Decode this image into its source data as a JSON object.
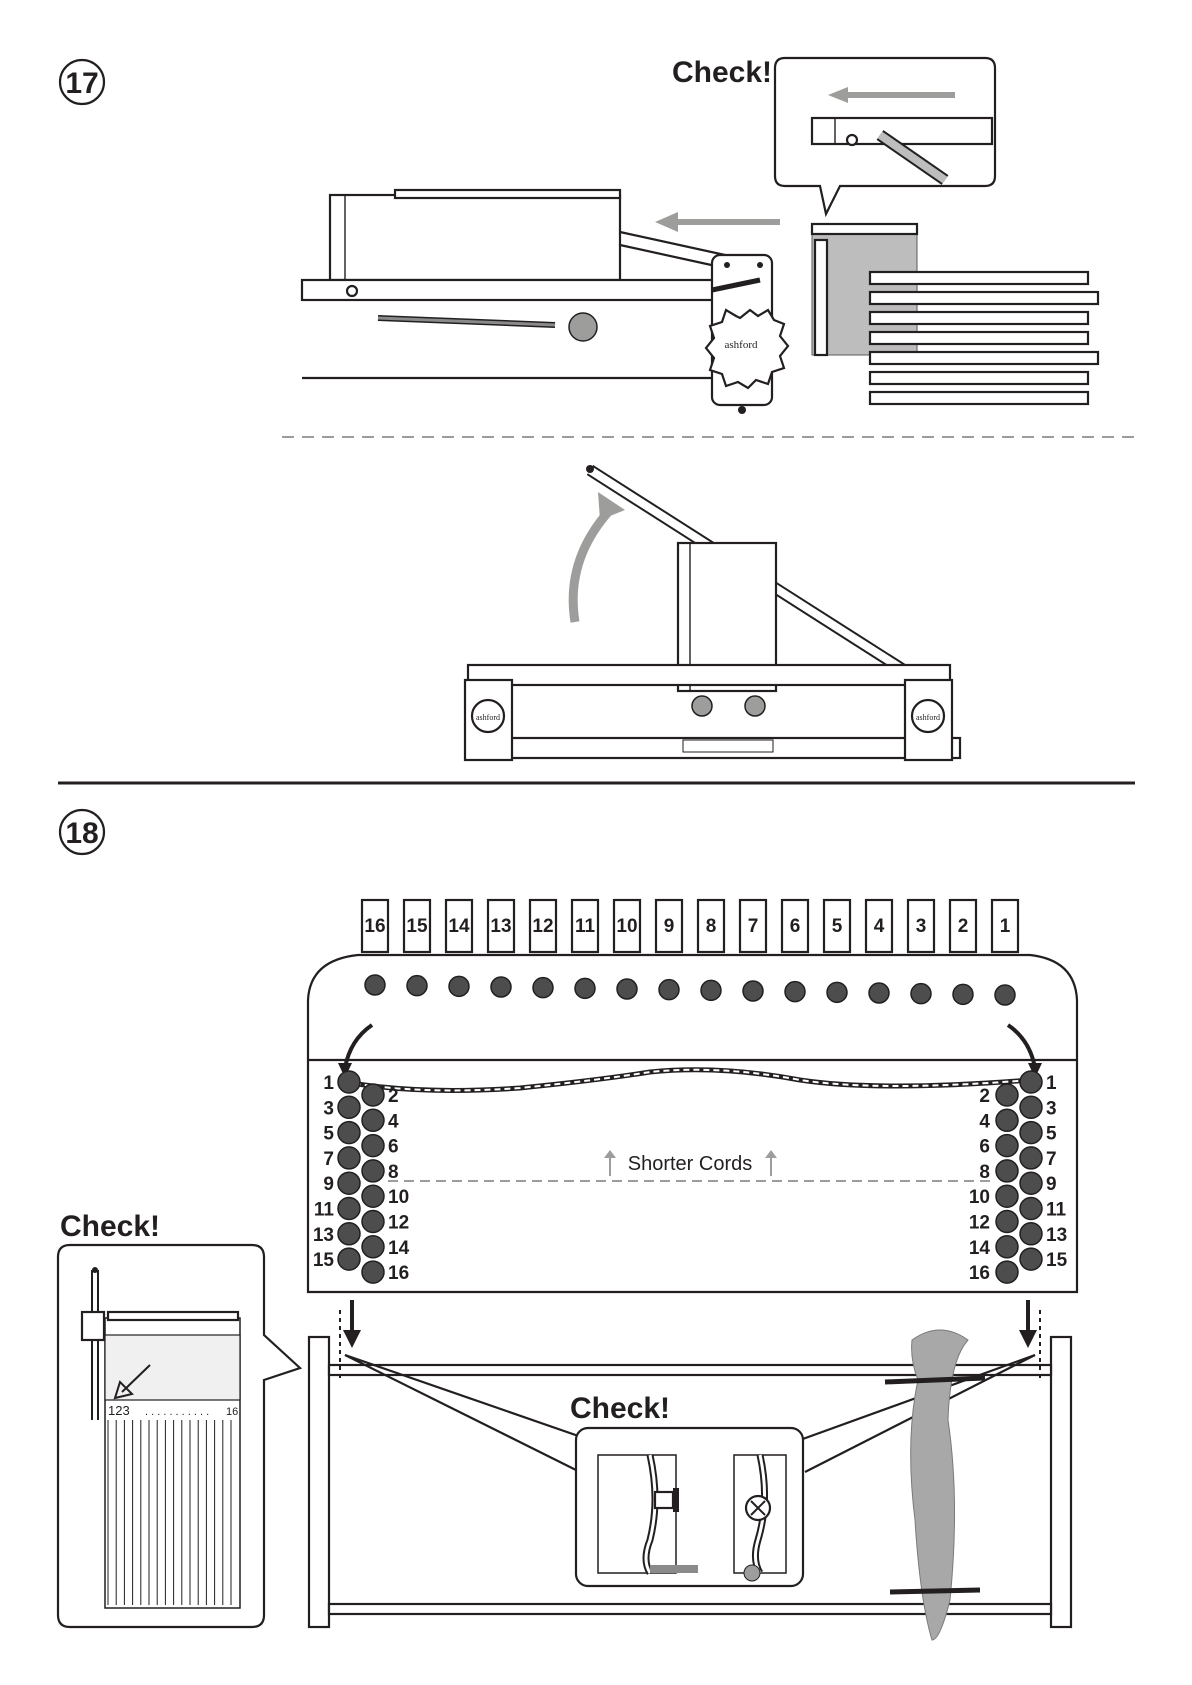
{
  "steps": [
    {
      "number": "17"
    },
    {
      "number": "18"
    }
  ],
  "step17": {
    "check_label": "Check!",
    "brand_mark": "ashford"
  },
  "step18": {
    "shaft_numbers": [
      "16",
      "15",
      "14",
      "13",
      "12",
      "11",
      "10",
      "9",
      "8",
      "7",
      "6",
      "5",
      "4",
      "3",
      "2",
      "1"
    ],
    "left_odd": [
      "1",
      "3",
      "5",
      "7",
      "9",
      "11",
      "13",
      "15"
    ],
    "left_even": [
      "2",
      "4",
      "6",
      "8",
      "10",
      "12",
      "14",
      "16"
    ],
    "right_even": [
      "2",
      "4",
      "6",
      "8",
      "10",
      "12",
      "14",
      "16"
    ],
    "right_odd": [
      "1",
      "3",
      "5",
      "7",
      "9",
      "11",
      "13",
      "15"
    ],
    "shorter_cords_label": "Shorter Cords",
    "check_left_label": "Check!",
    "check_center_label": "Check!",
    "sequence_label_start": "123",
    "sequence_label_end": "16"
  },
  "colors": {
    "ink": "#231f20",
    "grey_accent": "#9d9d9c",
    "hole_fill": "#4d4d4d"
  }
}
